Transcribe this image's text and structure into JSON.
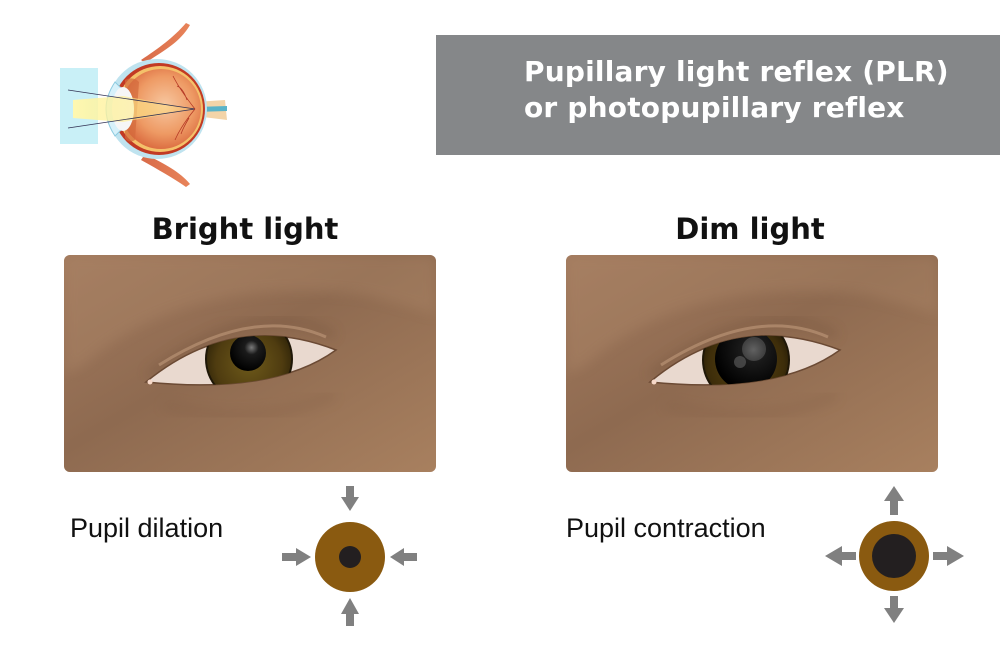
{
  "title": {
    "line1": "Pupillary light reflex (PLR)",
    "line2": "or photopupillary reflex"
  },
  "anatomy_illustration": {
    "icon": "eye-cross-section-icon",
    "description": "Cross-section of the human eye with light rays focusing on the retina"
  },
  "panels": [
    {
      "heading": "Bright light",
      "eye_illustration": "eye-small-pupil",
      "caption": "Pupil dilation",
      "diagram": {
        "arrows": "inward",
        "pupil_size": "small"
      }
    },
    {
      "heading": "Dim light",
      "eye_illustration": "eye-large-pupil",
      "caption": "Pupil contraction",
      "diagram": {
        "arrows": "outward",
        "pupil_size": "large"
      }
    }
  ],
  "colors": {
    "title_bg": "#858789",
    "title_text": "#ffffff",
    "skin": "#a57a5c",
    "iris_diagram": "#8a5a10",
    "pupil": "#231f20",
    "arrow": "#808080"
  }
}
